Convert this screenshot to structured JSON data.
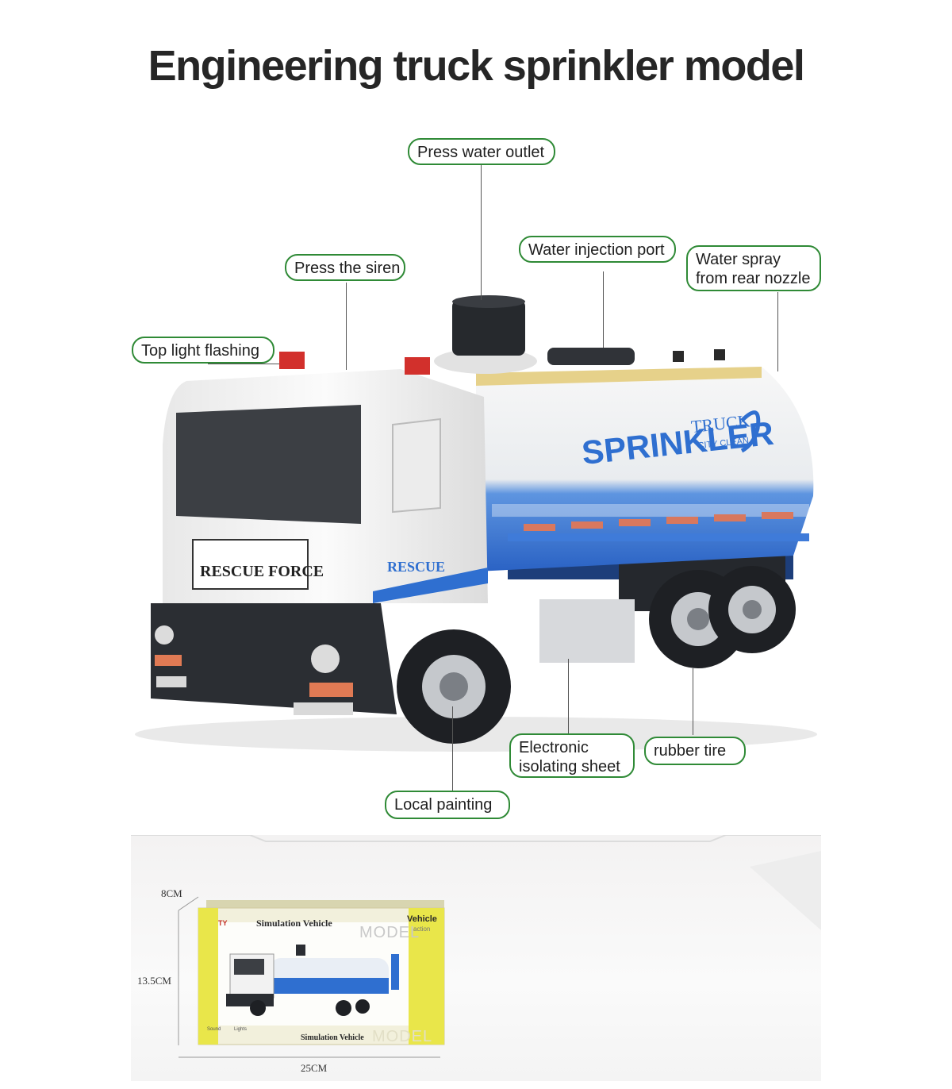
{
  "title": "Engineering truck sprinkler model",
  "callouts": {
    "press_water_outlet": "Press water outlet",
    "water_injection_port": "Water injection port",
    "water_spray_line1": "Water spray",
    "water_spray_line2": "from rear nozzle",
    "press_the_siren": "Press the siren",
    "top_light_flashing": "Top light flashing",
    "electronic_line1": "Electronic",
    "electronic_line2": "isolating sheet",
    "rubber_tire": "rubber tire",
    "local_painting": "Local painting"
  },
  "truck": {
    "tank_brand": "SPRINKLER",
    "tank_sub": "TRUCK",
    "tank_sub2": "CITY CLEAN",
    "grille_text": "RESCUE FORCE",
    "door_text": "RESCUE"
  },
  "package": {
    "dim_height": "8CM",
    "dim_side": "13.5CM",
    "dim_width": "25CM",
    "box_title": "Simulation Vehicle",
    "box_title_bottom": "Simulation Vehicle",
    "box_brand": "Vehicle",
    "box_brand_sub": "action",
    "box_model": "MODEL",
    "box_model_bottom": "MODEL",
    "box_sound": "Sound",
    "box_lights": "Lights",
    "box_logo": "TY"
  },
  "colors": {
    "callout_border": "#2f8a36",
    "truck_blue": "#2f6fd0",
    "box_yellow": "#e9e64a"
  }
}
